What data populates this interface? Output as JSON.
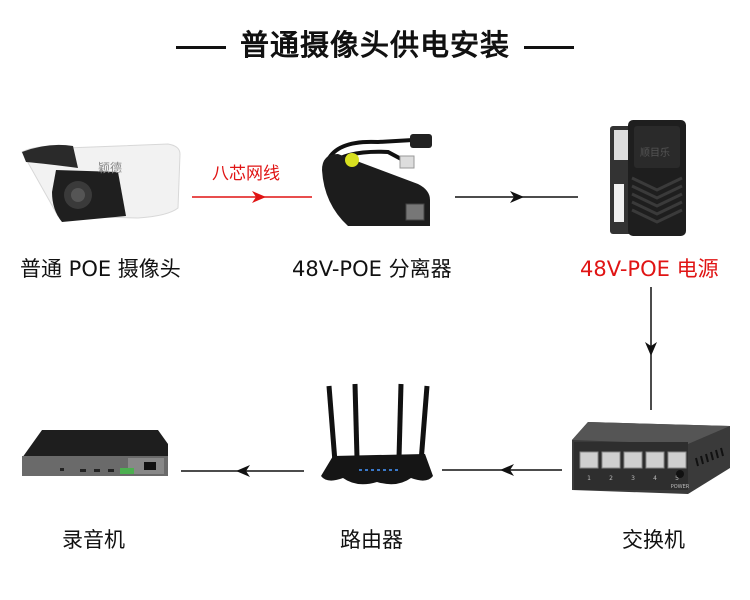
{
  "title": "普通摄像头供电安装",
  "wire_label": "八芯网线",
  "devices": {
    "camera": {
      "label": "普通 POE 摄像头",
      "brand_text": "颖德",
      "icon": "bullet-camera-icon"
    },
    "splitter": {
      "label": "48V-POE 分离器",
      "icon": "poe-splitter-icon"
    },
    "power": {
      "label": "48V-POE 电源",
      "brand_text": "顺目乐",
      "icon": "poe-power-adapter-icon",
      "highlight_color": "#e01414"
    },
    "switch": {
      "label": "交换机",
      "port_numbers": [
        "1",
        "2",
        "3",
        "4",
        "5"
      ],
      "power_text": "POWER",
      "icon": "network-switch-icon"
    },
    "router": {
      "label": "路由器",
      "icon": "wifi-router-icon"
    },
    "nvr": {
      "label": "录音机",
      "icon": "nvr-recorder-icon"
    }
  },
  "connections": [
    {
      "from": "camera",
      "to": "splitter",
      "color": "#e01414"
    },
    {
      "from": "splitter",
      "to": "power",
      "color": "#111111"
    },
    {
      "from": "power",
      "to": "switch",
      "color": "#111111"
    },
    {
      "from": "switch",
      "to": "router",
      "color": "#111111"
    },
    {
      "from": "router",
      "to": "nvr",
      "color": "#111111"
    }
  ]
}
